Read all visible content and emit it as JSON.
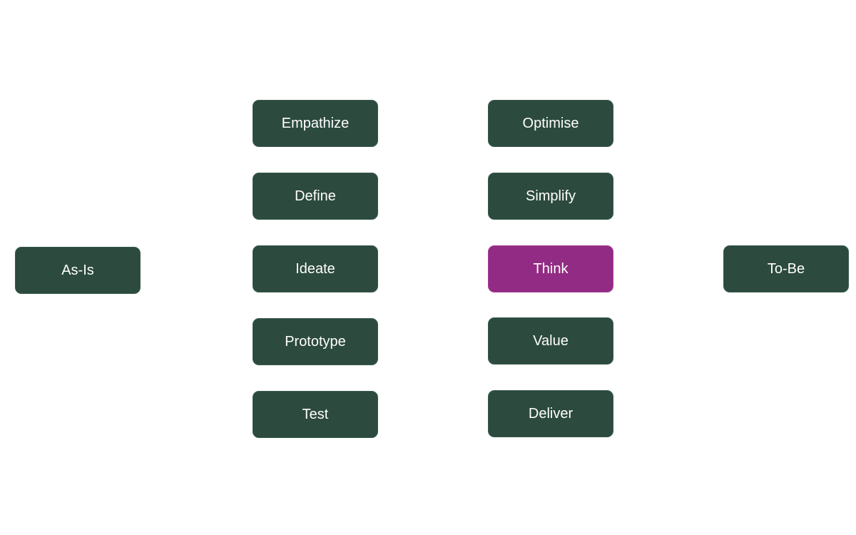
{
  "diagram": {
    "start": {
      "label": "As-Is"
    },
    "end": {
      "label": "To-Be"
    },
    "left_column": [
      {
        "label": "Empathize"
      },
      {
        "label": "Define"
      },
      {
        "label": "Ideate"
      },
      {
        "label": "Prototype"
      },
      {
        "label": "Test"
      }
    ],
    "right_column": [
      {
        "label": "Optimise"
      },
      {
        "label": "Simplify"
      },
      {
        "label": "Think",
        "highlighted": true
      },
      {
        "label": "Value"
      },
      {
        "label": "Deliver"
      }
    ],
    "colors": {
      "node": "#2c4a3e",
      "highlight": "#922b83",
      "text": "#ffffff"
    }
  }
}
